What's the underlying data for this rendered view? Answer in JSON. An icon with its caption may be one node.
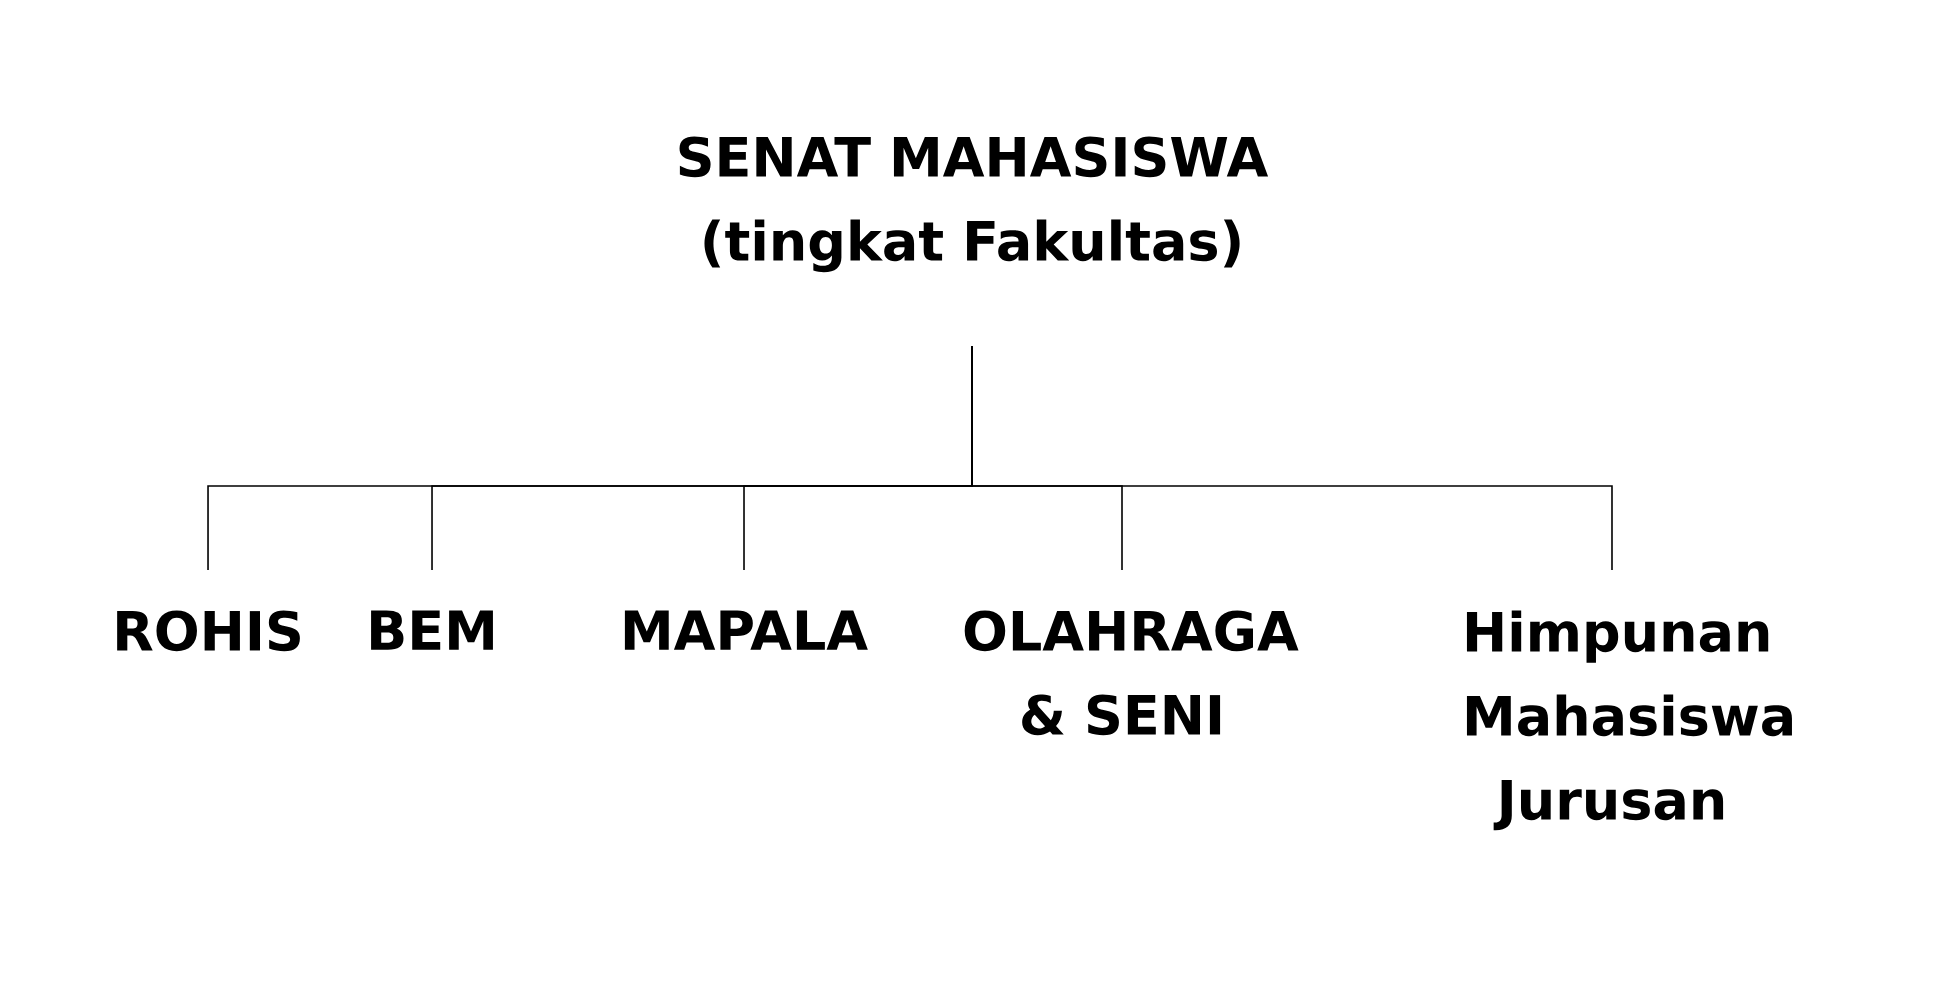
{
  "diagram": {
    "nodes": [
      {
        "text": [
          "SENAT MAHASISWA",
          "(tingkat Fakultas)"
        ]
      },
      {
        "text": [
          "ROHIS"
        ]
      },
      {
        "text": [
          "BEM"
        ]
      },
      {
        "text": [
          "MAPALA"
        ]
      },
      {
        "text": [
          "OLAHRAGA & SENI"
        ]
      },
      {
        "text": [
          "Himpunan Mahasiswa Jurusan"
        ]
      }
    ],
    "edges": [
      {
        "from": 0,
        "to": 1,
        "arrow": "none"
      },
      {
        "from": 0,
        "to": 2,
        "arrow": "none"
      },
      {
        "from": 0,
        "to": 3,
        "arrow": "none"
      },
      {
        "from": 0,
        "to": 4,
        "arrow": "none"
      },
      {
        "from": 0,
        "to": 5,
        "arrow": "none"
      }
    ]
  }
}
